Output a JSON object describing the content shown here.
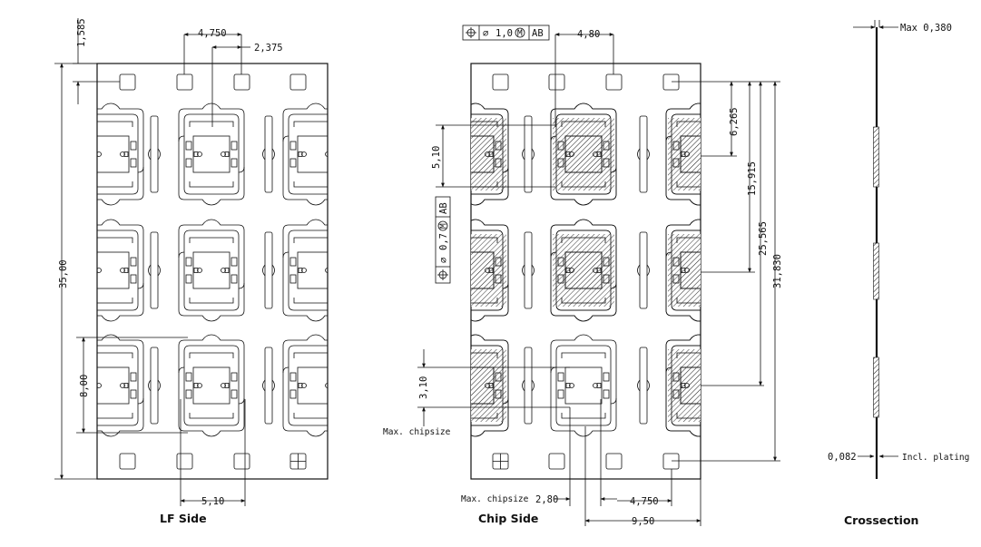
{
  "views": {
    "lf_side": {
      "caption": "LF Side",
      "dims": {
        "top_margin": "1,585",
        "pitch_x": "4,750",
        "half_pitch": "2,375",
        "total_height": "35,00",
        "pitch_y": "8,00",
        "pad_width": "5,10"
      }
    },
    "chip_side": {
      "caption": "Chip Side",
      "position_tolerance_top": {
        "value": "1,0",
        "modifier": "M",
        "datum": "AB"
      },
      "position_tolerance_left": {
        "value": "0,7",
        "modifier": "M",
        "datum": "AB"
      },
      "dims": {
        "pitch_top": "4,80",
        "pad_height": "5,10",
        "d1": "6,265",
        "d2": "15,915",
        "d3": "25,565",
        "d4": "31,830",
        "chip_h": "3,10",
        "chip_w": "2,80",
        "pitch_bottom": "4,750",
        "total_bottom": "9,50"
      },
      "labels": {
        "max_chipsize_left": "Max. chipsize",
        "max_chipsize_bottom": "Max. chipsize"
      }
    },
    "crossection": {
      "caption": "Crossection",
      "dims": {
        "max_thickness": "Max 0,380",
        "plating": "0,082",
        "plating_note": "Incl. plating"
      }
    }
  },
  "symbols": {
    "position": "position-symbol",
    "diameter": "⌀",
    "mmc": "M"
  }
}
